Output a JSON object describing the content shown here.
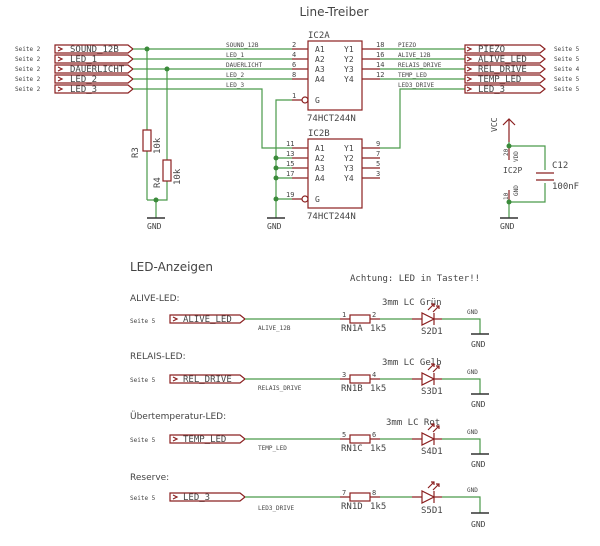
{
  "title": "Line-Treiber",
  "left_sheet_ref": "Seite 2",
  "right_sheet_ref": "Seite 5",
  "right_sheet_ref_alt": "Seite 4",
  "left_ports": [
    "SOUND_12B",
    "LED_1",
    "DAUERLICHT",
    "LED_2",
    "LED_3"
  ],
  "right_ports": [
    "PIEZO",
    "ALIVE_LED",
    "REL_DRIVE",
    "TEMP_LED",
    "LED_3"
  ],
  "ic_a": {
    "ref": "IC2A",
    "part": "74HCT244N",
    "inputs": [
      "A1",
      "A2",
      "A3",
      "A4"
    ],
    "outputs": [
      "Y1",
      "Y2",
      "Y3",
      "Y4"
    ],
    "gate": "G",
    "in_pins": [
      "2",
      "4",
      "6",
      "8"
    ],
    "out_pins": [
      "18",
      "16",
      "14",
      "12"
    ],
    "gate_pin": "1"
  },
  "ic_b": {
    "ref": "IC2B",
    "part": "74HCT244N",
    "inputs": [
      "A1",
      "A2",
      "A3",
      "A4"
    ],
    "outputs": [
      "Y1",
      "Y2",
      "Y3",
      "Y4"
    ],
    "gate": "G",
    "in_pins": [
      "11",
      "13",
      "15",
      "17"
    ],
    "out_pins": [
      "9",
      "7",
      "5",
      "3"
    ],
    "gate_pin": "19"
  },
  "in_net_labels": [
    "SOUND_12B",
    "LED_1",
    "DAUERLICHT",
    "LED_2",
    "LED_3"
  ],
  "out_net_labels": [
    "PIEZO",
    "ALIVE_12B",
    "RELAIS_DRIVE",
    "TEMP_LED",
    "LED3_DRIVE"
  ],
  "r3": {
    "ref": "R3",
    "value": "10k"
  },
  "r4": {
    "ref": "R4",
    "value": "10k"
  },
  "gnd": "GND",
  "vcc": "VCC",
  "ic2p": {
    "ref": "IC2P",
    "vcc_pin": "20",
    "vcc_name": "VDD",
    "gnd_pin": "10",
    "gnd_name": "GND"
  },
  "c12": {
    "ref": "C12",
    "value": "100nF"
  },
  "led_section_title": "LED-Anzeigen",
  "note": "Achtung: LED in Taster!!",
  "led_rows": [
    {
      "heading": "ALIVE-LED:",
      "sheet": "Seite 5",
      "port": "ALIVE_LED",
      "net": "ALIVE_12B",
      "rn_ref": "RN1A",
      "rn_value": "1k5",
      "pin_a": "1",
      "pin_b": "2",
      "led_desc": "3mm LC Grün",
      "led_ref": "S2D1",
      "gnd": "GND"
    },
    {
      "heading": "RELAIS-LED:",
      "sheet": "Seite 5",
      "port": "REL_DRIVE",
      "net": "RELAIS_DRIVE",
      "rn_ref": "RN1B",
      "rn_value": "1k5",
      "pin_a": "3",
      "pin_b": "4",
      "led_desc": "3mm LC Gelb",
      "led_ref": "S3D1",
      "gnd": "GND"
    },
    {
      "heading": "Übertemperatur-LED:",
      "sheet": "Seite 5",
      "port": "TEMP_LED",
      "net": "TEMP_LED",
      "rn_ref": "RN1C",
      "rn_value": "1k5",
      "pin_a": "5",
      "pin_b": "6",
      "led_desc": "3mm LC Rot",
      "led_ref": "S4D1",
      "gnd": "GND"
    },
    {
      "heading": "Reserve:",
      "sheet": "Seite 5",
      "port": "LED_3",
      "net": "LED3_DRIVE",
      "rn_ref": "RN1D",
      "rn_value": "1k5",
      "pin_a": "7",
      "pin_b": "8",
      "led_desc": "",
      "led_ref": "S5D1",
      "gnd": "GND"
    }
  ]
}
